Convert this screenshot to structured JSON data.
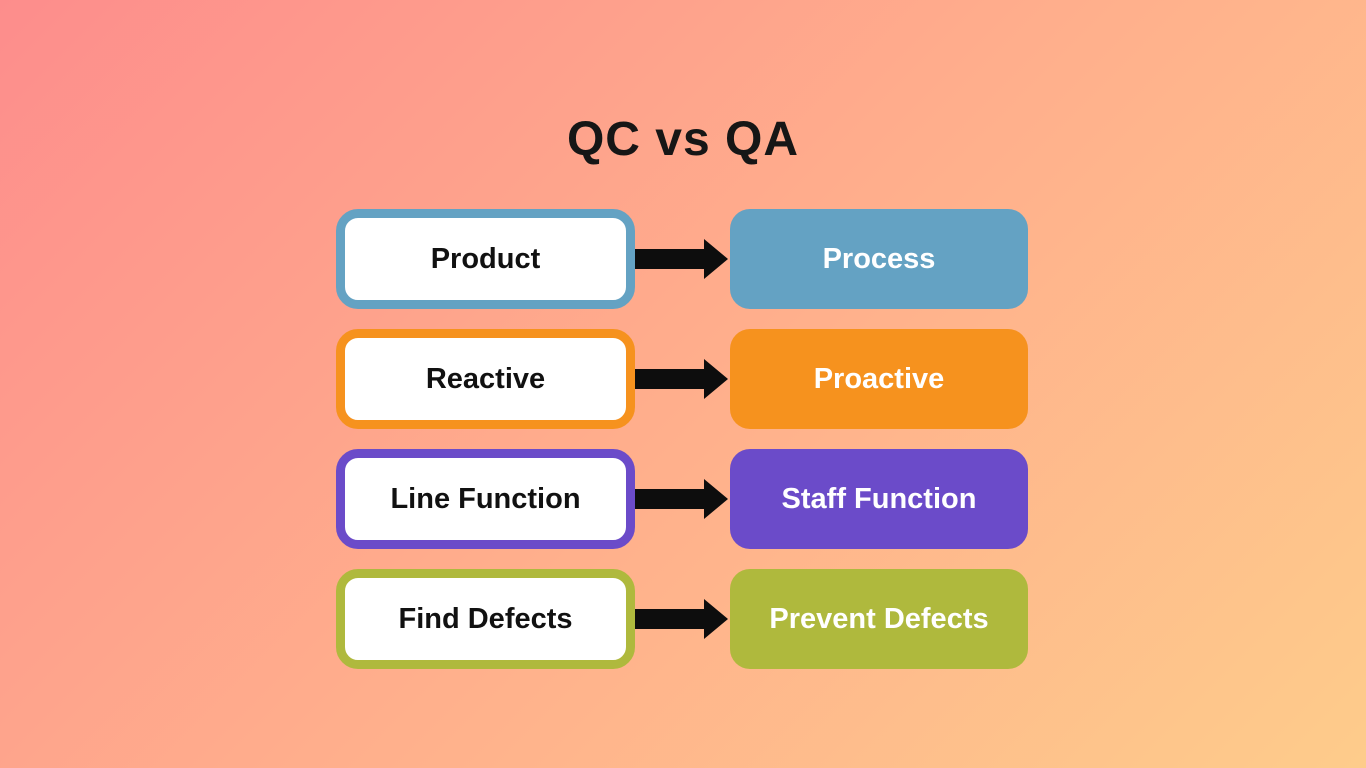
{
  "title": "QC vs QA",
  "theme": {
    "background_gradient": [
      "#FD8D8C",
      "#FFAE8C",
      "#FECC8B"
    ],
    "arrow_color": "#0D0D0D",
    "left_box_fill": "#FFFFFF",
    "left_box_text_color": "#111111",
    "right_box_text_color": "#FFFFFF",
    "title_color": "#161616"
  },
  "rows": [
    {
      "left": "Product",
      "right": "Process",
      "color": "#64A2C3"
    },
    {
      "left": "Reactive",
      "right": "Proactive",
      "color": "#F6921E"
    },
    {
      "left": "Line Function",
      "right": "Staff Function",
      "color": "#6B4BC9"
    },
    {
      "left": "Find Defects",
      "right": "Prevent Defects",
      "color": "#AFB93D"
    }
  ]
}
